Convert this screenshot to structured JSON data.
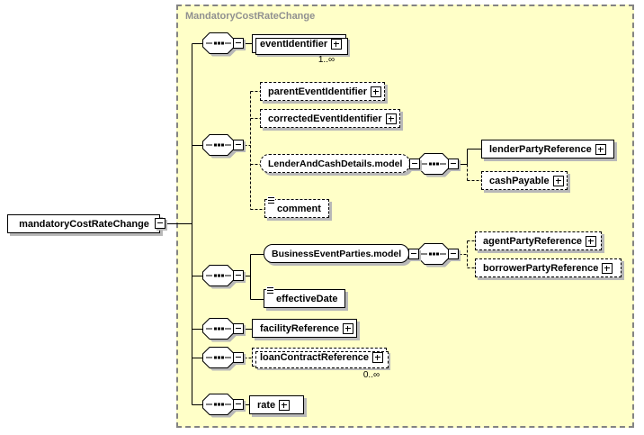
{
  "colors": {
    "container_fill": "#ffffc8",
    "container_border": "#838383",
    "container_label_color": "#909090",
    "box_shadow": "#b8b8b8"
  },
  "icons": {
    "expand": "plus-icon",
    "collapse": "minus-icon",
    "sequence": "sequence-icon",
    "text_content": "text-lines-icon"
  },
  "container": {
    "label": "MandatoryCostRateChange"
  },
  "root": {
    "label": "mandatoryCostRateChange"
  },
  "nodes": {
    "eventIdentifier": {
      "label": "eventIdentifier",
      "multiplicity": "1..∞"
    },
    "parentEventIdentifier": {
      "label": "parentEventIdentifier"
    },
    "correctedEventIdentifier": {
      "label": "correctedEventIdentifier"
    },
    "lenderAndCashDetailsModel": {
      "label": "LenderAndCashDetails.model"
    },
    "lenderPartyReference": {
      "label": "lenderPartyReference"
    },
    "cashPayable": {
      "label": "cashPayable"
    },
    "comment": {
      "label": "comment"
    },
    "businessEventPartiesModel": {
      "label": "BusinessEventParties.model"
    },
    "agentPartyReference": {
      "label": "agentPartyReference"
    },
    "borrowerPartyReference": {
      "label": "borrowerPartyReference"
    },
    "effectiveDate": {
      "label": "effectiveDate"
    },
    "facilityReference": {
      "label": "facilityReference"
    },
    "loanContractReference": {
      "label": "loanContractReference",
      "multiplicity": "0..∞"
    },
    "rate": {
      "label": "rate"
    }
  }
}
